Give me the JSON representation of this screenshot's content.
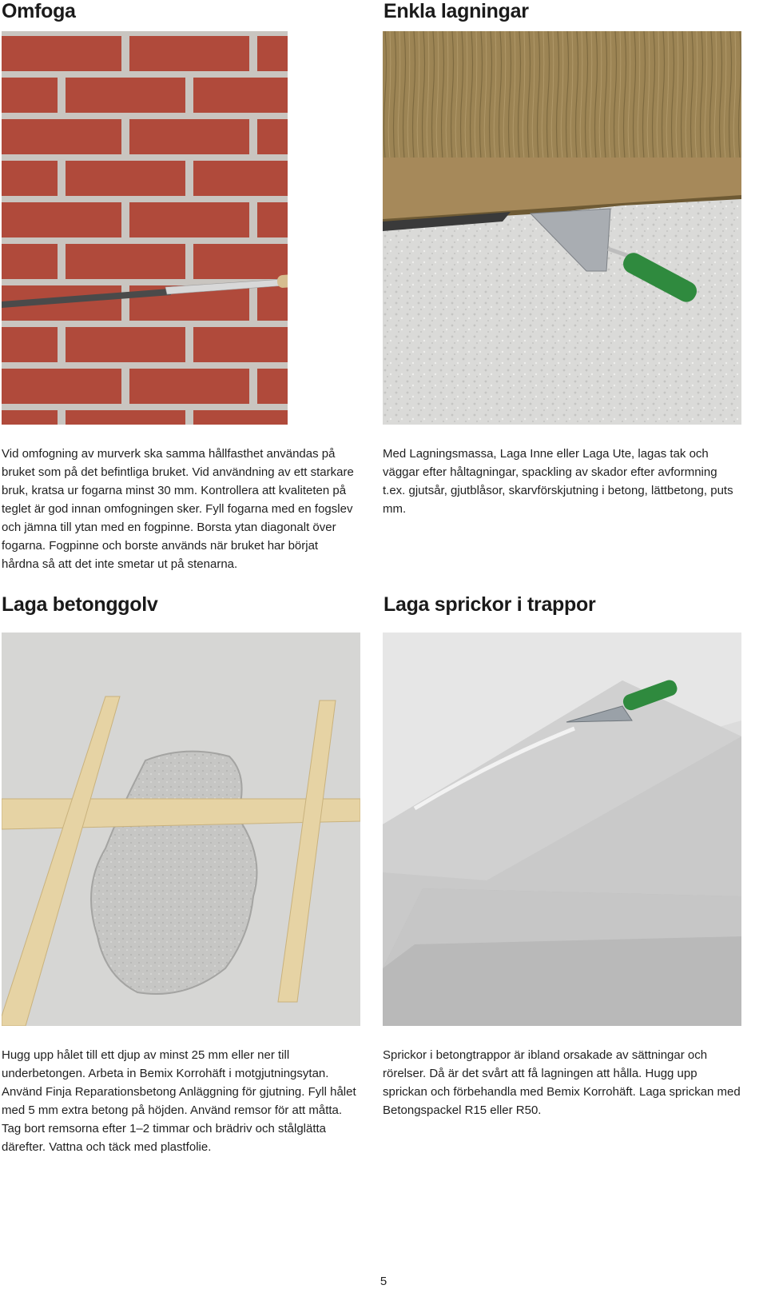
{
  "sections": {
    "omfoga": {
      "heading": "Omfoga",
      "image": "brick-wall-with-jointing-tool",
      "text": "Vid omfogning av murverk ska samma hållfasthet användas på bruket som på det befintliga bruket. Vid användning av ett starkare bruk, kratsa ur fogarna minst 30 mm. Kontrollera att kvaliteten på teglet är god innan omfogningen sker. Fyll fogarna med en fogslev och jämna till ytan med en fogpinne. Borsta ytan diagonalt över fogarna. Fogpinne och borste används när bruket har börjat hårdna så att det inte smetar ut på stenarna."
    },
    "enkla_lagningar": {
      "heading": "Enkla lagningar",
      "image": "wall-patch-with-trowel",
      "text": "Med Lagningsmassa, Laga Inne eller Laga Ute, lagas tak och väggar efter håltagningar, spackling av skador efter avformning t.ex. gjutsår, gjutblåsor, skarvförskjutning i betong, lättbetong, puts mm."
    },
    "laga_betonggolv": {
      "heading": "Laga betonggolv",
      "image": "concrete-floor-patch-with-wooden-strips",
      "text": "Hugg upp hålet till ett djup av minst 25 mm eller ner till underbetongen. Arbeta in Bemix Korrohäft i motgjutningsytan. Använd Finja Reparationsbetong Anläggning för gjutning. Fyll hålet med 5 mm extra betong på höjden. Använd remsor för att måtta. Tag bort remsorna efter 1–2 timmar och brädriv och stålglätta därefter. Vattna och täck med plastfolie."
    },
    "laga_sprickor": {
      "heading": "Laga sprickor i trappor",
      "image": "concrete-stairs-crack-with-trowel",
      "text": "Sprickor i betongtrappor är ibland orsakade av sättningar och rörelser. Då är det svårt att få lagningen att hålla. Hugg upp sprickan och förbehandla med Bemix Korrohäft. Laga sprickan med Betongspackel R15 eller R50."
    }
  },
  "page_number": "5",
  "colors": {
    "brick": "#b04a3b",
    "mortar": "#c9c5c0",
    "wood": "#a6895a",
    "plaster": "#dcdcda",
    "handle_green": "#2f8a3e",
    "strip": "#e6d3a4",
    "concrete": "#c8c8c8"
  }
}
